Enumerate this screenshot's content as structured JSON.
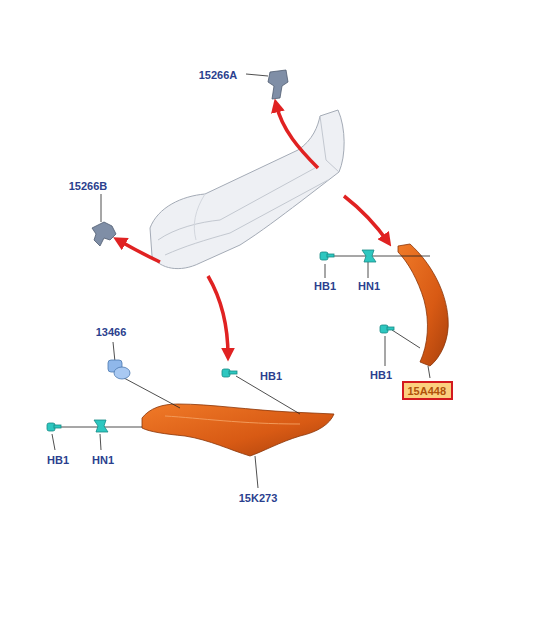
{
  "diagram": {
    "nodes": [
      {
        "text": [
          "15A448"
        ]
      }
    ],
    "labels": [
      "15266A",
      "15266B",
      "HB1",
      "HN1",
      "HB1",
      "13466",
      "HB1",
      "HB1",
      "HN1",
      "15K273"
    ]
  }
}
